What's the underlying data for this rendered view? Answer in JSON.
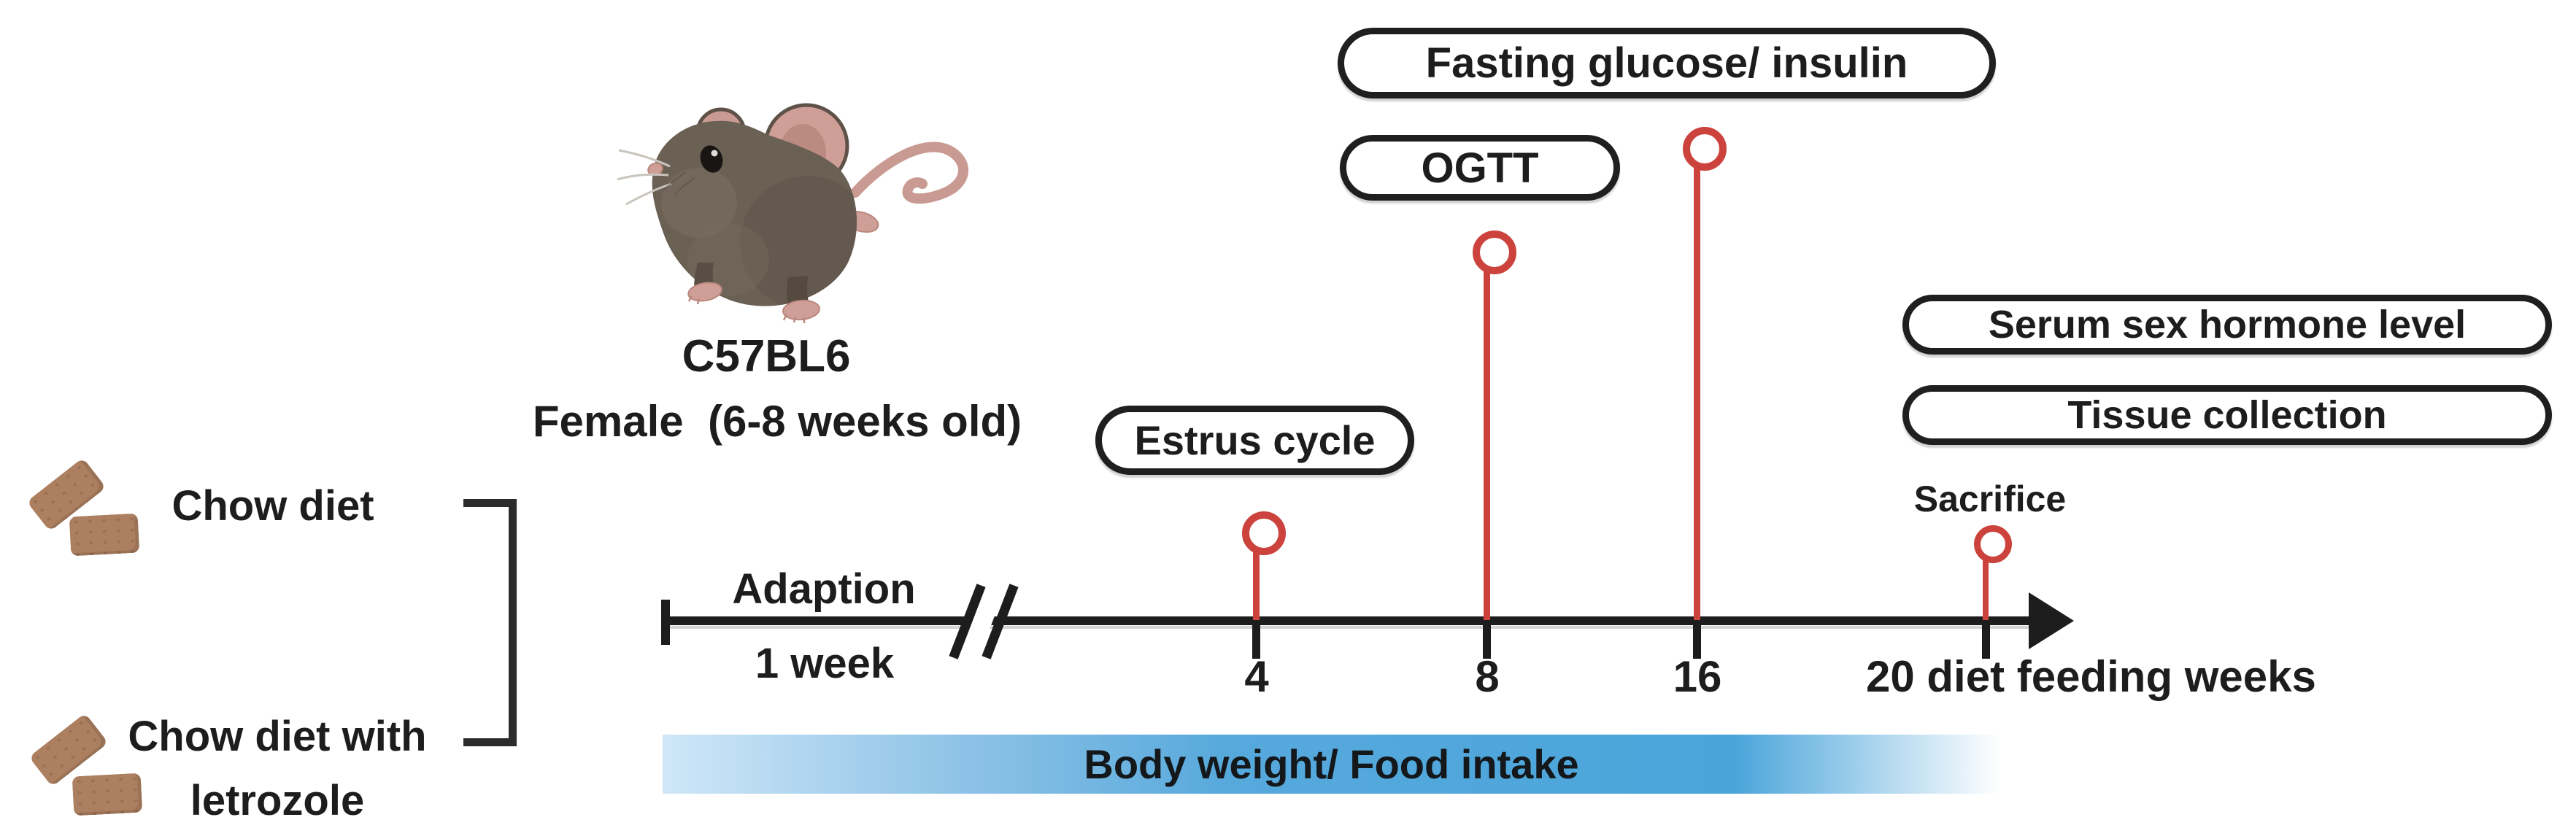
{
  "figure": {
    "assessment_pills": {
      "fasting": "Fasting glucose/ insulin",
      "ogtt": "OGTT",
      "estrus": "Estrus cycle",
      "serum": "Serum sex hormone level",
      "tissue": "Tissue collection"
    },
    "subject": {
      "strain": "C57BL6",
      "sex_age": "Female  (6-8 weeks old)"
    },
    "diet_groups": {
      "group1_label": "Chow diet",
      "group2_line1": "Chow diet with",
      "group2_line2": "letrozole"
    },
    "timeline": {
      "adaptation_line1": "Adaption",
      "adaptation_line2": "1 week",
      "tick_4": "4",
      "tick_8": "8",
      "tick_16": "16",
      "end_label": "20 diet feeding weeks",
      "sacrifice": "Sacrifice"
    },
    "monitoring": {
      "label": "Body weight/ Food intake"
    },
    "colors": {
      "ink": "#1d1d1d",
      "marker_red": "#cc423c",
      "bar_blue": "#4aa4da",
      "bar_blue_light": "#cfe7f8",
      "pellet_brown": "#ac7f60"
    }
  }
}
